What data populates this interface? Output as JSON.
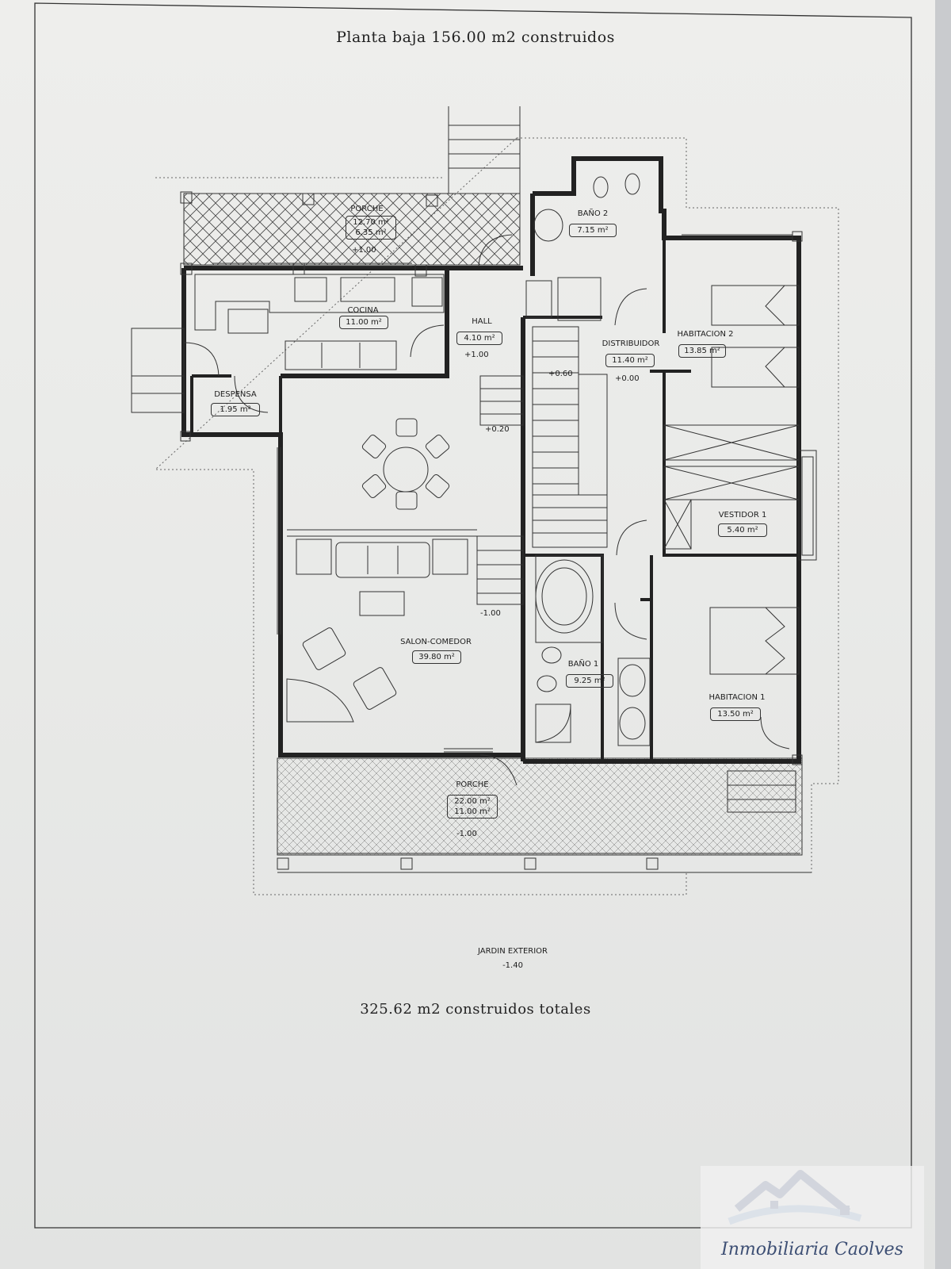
{
  "title": "Planta baja  156.00 m2 construidos",
  "footer_total": "325.62 m2 construidos totales",
  "garden": {
    "label": "JARDIN EXTERIOR",
    "level": "-1.40"
  },
  "rooms": {
    "porche_top": {
      "name": "PORCHE",
      "area1": "12.70 m²",
      "area2": "6.35 m²",
      "level": "+1.00"
    },
    "cocina": {
      "name": "COCINA",
      "area": "11.00 m²"
    },
    "hall": {
      "name": "HALL",
      "area": "4.10 m²",
      "level": "+1.00"
    },
    "despensa": {
      "name": "DESPENSA",
      "area": "1.95 m²"
    },
    "bano2": {
      "name": "BAÑO 2",
      "area": "7.15 m²"
    },
    "distribuidor": {
      "name": "DISTRIBUIDOR",
      "area": "11.40 m²",
      "level": "+0.00"
    },
    "habitacion2": {
      "name": "HABITACION 2",
      "area": "13.85 m²"
    },
    "vestidor1": {
      "name": "VESTIDOR 1",
      "area": "5.40 m²"
    },
    "salon": {
      "name": "SALON-COMEDOR",
      "area": "39.80 m²"
    },
    "bano1": {
      "name": "BAÑO 1",
      "area": "9.25 m²"
    },
    "habitacion1": {
      "name": "HABITACION 1",
      "area": "13.50 m²"
    },
    "porche_bottom": {
      "name": "PORCHE",
      "area1": "22.00 m²",
      "area2": "11.00 m²",
      "level": "-1.00"
    }
  },
  "levels": {
    "stairs_top": "+0.60",
    "stairs_mid": "+0.20",
    "stairs_low": "-1.00"
  },
  "logo": {
    "text": "Inmobiliaria Caolves"
  },
  "colors": {
    "ink": "#2a2a2a",
    "paper": "#ecedeb",
    "logo_blue": "#3d4f74",
    "logo_light": "#7fa3c9"
  }
}
